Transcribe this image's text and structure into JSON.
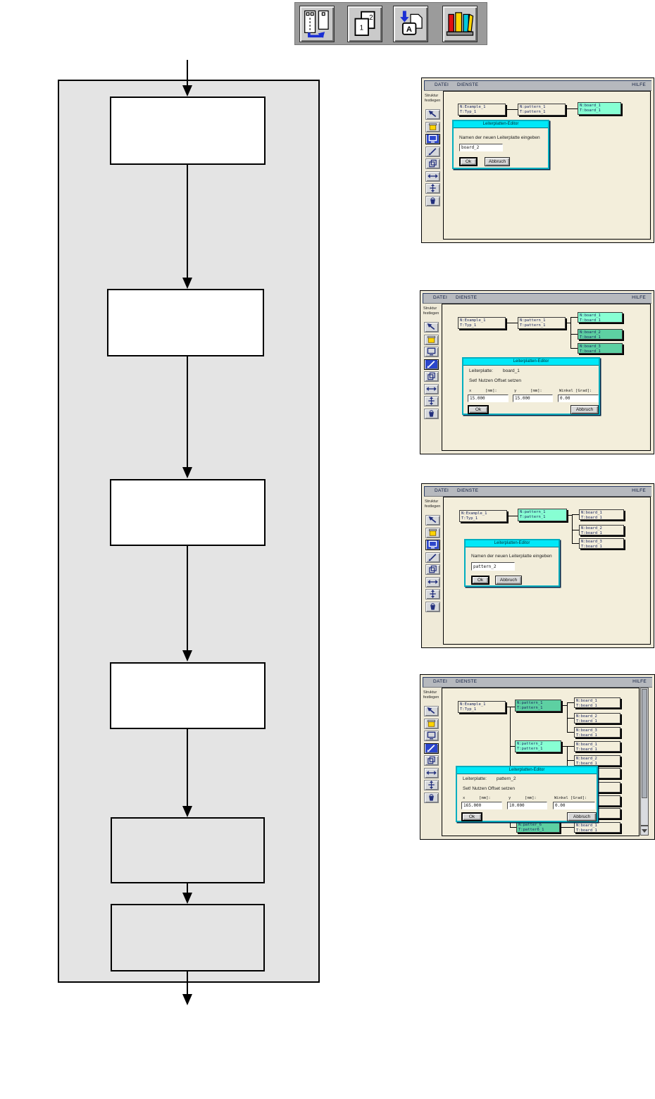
{
  "toolbar": {
    "buttons": [
      {
        "icon": "panels-transfer-icon"
      },
      {
        "icon": "pages-1-2-icon"
      },
      {
        "icon": "import-pages-a-icon"
      },
      {
        "icon": "books-library-icon"
      }
    ]
  },
  "flowchart": {
    "boxes": [
      "",
      "",
      "",
      "",
      "",
      ""
    ]
  },
  "shared": {
    "menu": {
      "datei": "DATEI",
      "dienste": "DIENSTE",
      "hilfe": "HILFE"
    },
    "sidebar": {
      "label_line1": "Struktur",
      "label_line2": "festlegen"
    },
    "dialog": {
      "title": "Leiterplatten-Editor",
      "name_prompt": "Namen der neuen Leiterplatte eingeben",
      "offset_prompt": "Set! Nutzen Offset setzen",
      "board_label": "Leiterplatte:",
      "x_label": "x      [mm]:",
      "y_label": "y      [mm]:",
      "angle_label": "Winkel [Grad]:",
      "ok": "Ok",
      "abbruch": "Abbruch"
    }
  },
  "windows": {
    "w1": {
      "tree": {
        "root_n": "N:Example_1",
        "root_t": "T:Typ_1",
        "pattern1_n": "N:pattern_1",
        "pattern1_t": "T:pattern_1",
        "board1_n": "N:board_1",
        "board1_t": "T:board_1"
      },
      "dialog": {
        "input_value": "board_2"
      }
    },
    "w2": {
      "tree": {
        "root_n": "N:Example_1",
        "root_t": "T:Typ_1",
        "pattern1_n": "N:pattern_1",
        "pattern1_t": "T:pattern_1",
        "boards": [
          {
            "n": "N:board_1",
            "t": "T:board_1"
          },
          {
            "n": "N:board_2",
            "t": "T:board_1"
          },
          {
            "n": "N:board_3",
            "t": "T:board_1"
          }
        ]
      },
      "dialog": {
        "target": "board_1",
        "x": "15.000",
        "y": "15.000",
        "angle": "0.00"
      }
    },
    "w3": {
      "tree": {
        "root_n": "N:Example_1",
        "root_t": "T:Typ_1",
        "pattern1_n": "N:pattern_1",
        "pattern1_t": "T:pattern_1",
        "boards": [
          {
            "n": "N:board_1",
            "t": "T:board_1"
          },
          {
            "n": "N:board_2",
            "t": "T:board_1"
          },
          {
            "n": "N:board_3",
            "t": "T:board_1"
          }
        ]
      },
      "dialog": {
        "input_value": "pattern_2"
      }
    },
    "w4": {
      "tree": {
        "root_n": "N:Example_1",
        "root_t": "T:Typ_1",
        "pattern1_n": "N:pattern_1",
        "pattern1_t": "T:pattern_1",
        "pattern2_n": "N:pattern_2",
        "pattern2_t": "T:pattern_1",
        "pattern6_n": "N:patter_6",
        "pattern6_t": "T:patter6_1",
        "boards": [
          {
            "n": "N:board_1",
            "t": "T:board_1"
          },
          {
            "n": "N:board_2",
            "t": "T:board_1"
          },
          {
            "n": "N:board_3",
            "t": "T:board_1"
          },
          {
            "n": "N:board_1",
            "t": "T:board_1"
          },
          {
            "n": "N:board_2",
            "t": "T:board_1"
          },
          {
            "n": "",
            "t": ""
          },
          {
            "n": "",
            "t": ""
          },
          {
            "n": "",
            "t": ""
          },
          {
            "n": "",
            "t": ""
          },
          {
            "n": "N:board_1",
            "t": "T:board_1"
          }
        ]
      },
      "dialog": {
        "target": "pattern_2",
        "x": "165.000",
        "y": "10.000",
        "angle": "0.00"
      }
    }
  }
}
